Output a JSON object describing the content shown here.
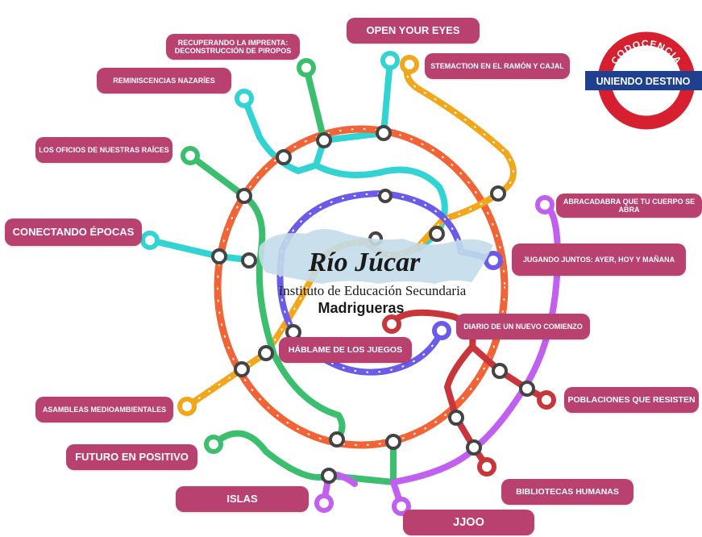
{
  "logo": {
    "name": "Río Júcar",
    "institute": "Instituto de Educación Secundaria",
    "town": "Madrigueras"
  },
  "badge": {
    "top_text": "CODOCENCIA",
    "bar_text": "UNIENDO DESTINO",
    "colors": {
      "ring": "#d6202f",
      "bar": "#1f3f8f"
    }
  },
  "stations": {
    "open_your_eyes": "OPEN YOUR EYES",
    "recuperando": "RECUPERANDO LA IMPRENTA: DECONSTRUCCIÓN DE PIROPOS",
    "stemaction": "STEMACTION EN EL RAMÓN Y CAJAL",
    "reminiscencias": "REMINISCENCIAS NAZARÍES",
    "oficios": "LOS OFICIOS DE NUESTRAS RAÍCES",
    "abracadabra": "ABRACADABRA QUE TU CUERPO SE ABRA",
    "conectando": "CONECTANDO ÉPOCAS",
    "jugando": "JUGANDO JUNTOS: AYER, HOY  Y MAÑANA",
    "diario": "DIARIO DE UN NUEVO COMIENZO",
    "hablame": "HÁBLAME DE LOS JUEGOS",
    "asambleas": "ASAMBLEAS MEDIOAMBIENTALES",
    "poblaciones": "POBLACIONES QUE RESISTEN",
    "futuro": "FUTURO EN POSITIVO",
    "bibliotecas": "BIBLIOTECAS HUMANAS",
    "islas": "ISLAS",
    "jjoo": "JJOO"
  },
  "line_colors": {
    "orange": "#f26335",
    "teal": "#32d3d3",
    "green": "#3bbf6e",
    "yellow": "#f2a71b",
    "blue": "#6a5ce8",
    "purple": "#c15ff0",
    "red": "#c8363c",
    "pill": "#b8416f"
  }
}
